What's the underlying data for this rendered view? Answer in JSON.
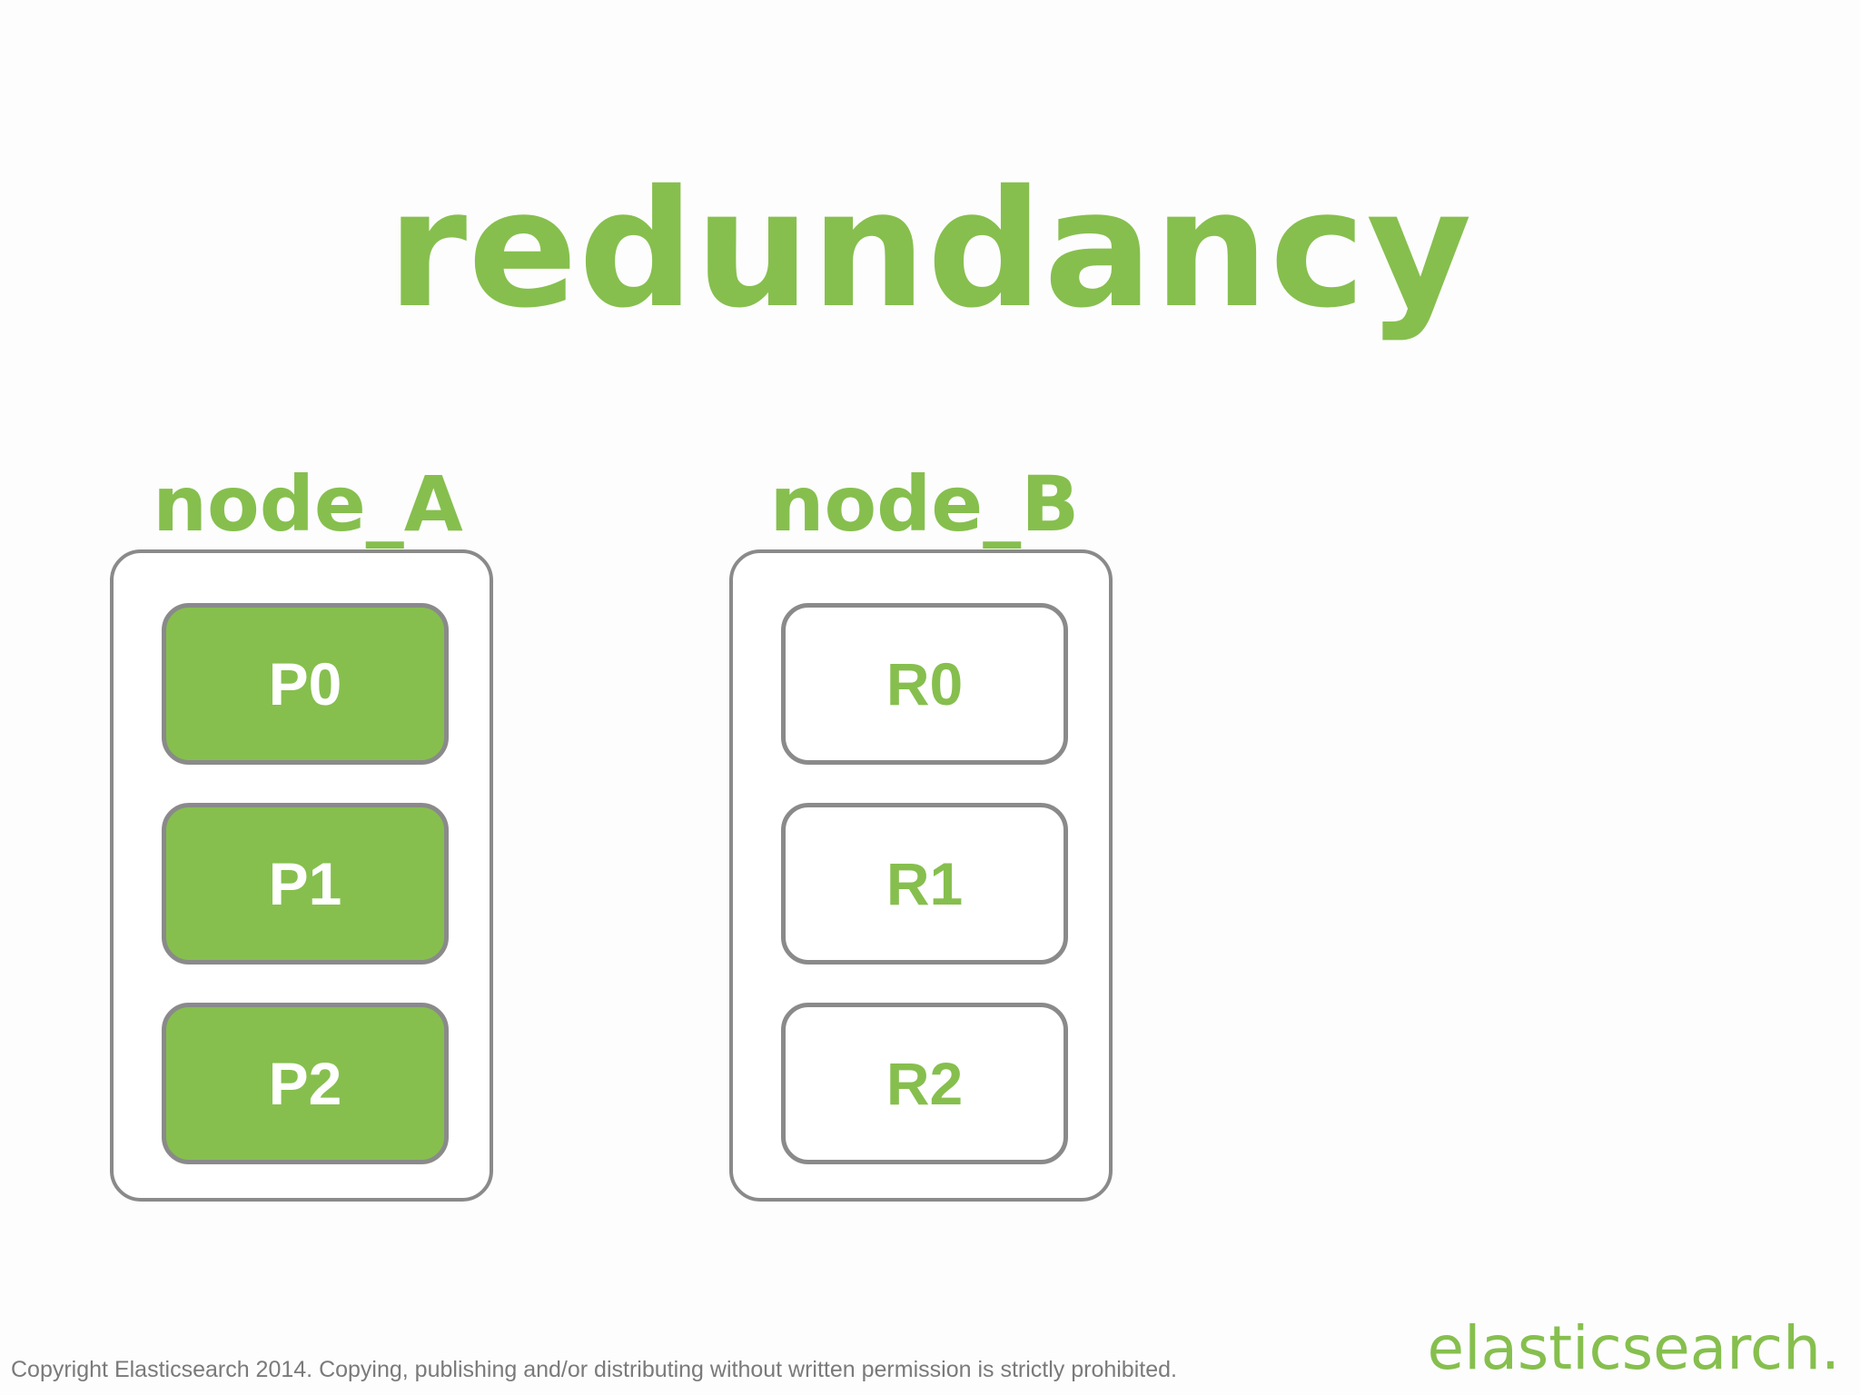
{
  "title": "redundancy",
  "nodes": [
    {
      "label": "node_A",
      "shards": [
        {
          "label": "P0",
          "kind": "primary"
        },
        {
          "label": "P1",
          "kind": "primary"
        },
        {
          "label": "P2",
          "kind": "primary"
        }
      ]
    },
    {
      "label": "node_B",
      "shards": [
        {
          "label": "R0",
          "kind": "replica"
        },
        {
          "label": "R1",
          "kind": "replica"
        },
        {
          "label": "R2",
          "kind": "replica"
        }
      ]
    }
  ],
  "footer": {
    "copyright": "Copyright Elasticsearch 2014. Copying, publishing and/or distributing without written permission is strictly prohibited.",
    "logo": "elasticsearch."
  },
  "colors": {
    "accent": "#86bf4e",
    "border": "#8a8a8a",
    "background": "#fdfdfd"
  }
}
